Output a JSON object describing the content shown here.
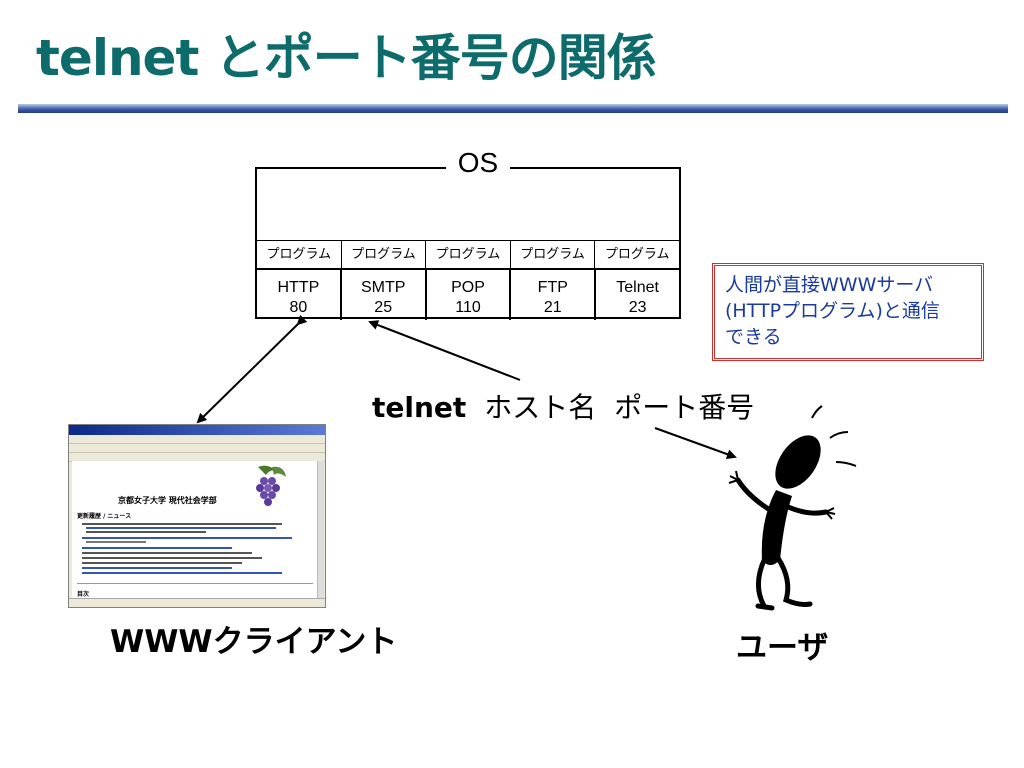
{
  "title": "telnet とポート番号の関係",
  "os": {
    "label": "OS",
    "programs": [
      "プログラム",
      "プログラム",
      "プログラム",
      "プログラム",
      "プログラム"
    ],
    "ports": [
      {
        "name": "HTTP",
        "number": "80"
      },
      {
        "name": "SMTP",
        "number": "25"
      },
      {
        "name": "POP",
        "number": "110"
      },
      {
        "name": "FTP",
        "number": "21"
      },
      {
        "name": "Telnet",
        "number": "23"
      }
    ]
  },
  "note": {
    "line1": "人間が直接WWWサーバ",
    "line2": "(HTTPプログラム)と通信",
    "line3": "できる"
  },
  "command": {
    "keyword": "telnet",
    "arg1": "ホスト名",
    "arg2": "ポート番号"
  },
  "client_label": "WWWクライアント",
  "user_label": "ユーザ",
  "browser": {
    "page_heading": "京都女子大学 現代社会学部",
    "news_heading": "更新履歴 / ニュース",
    "toc_heading": "目次"
  },
  "colors": {
    "title": "#0d6b6b",
    "note_text": "#1a3a9c",
    "note_border": "#d03030"
  }
}
